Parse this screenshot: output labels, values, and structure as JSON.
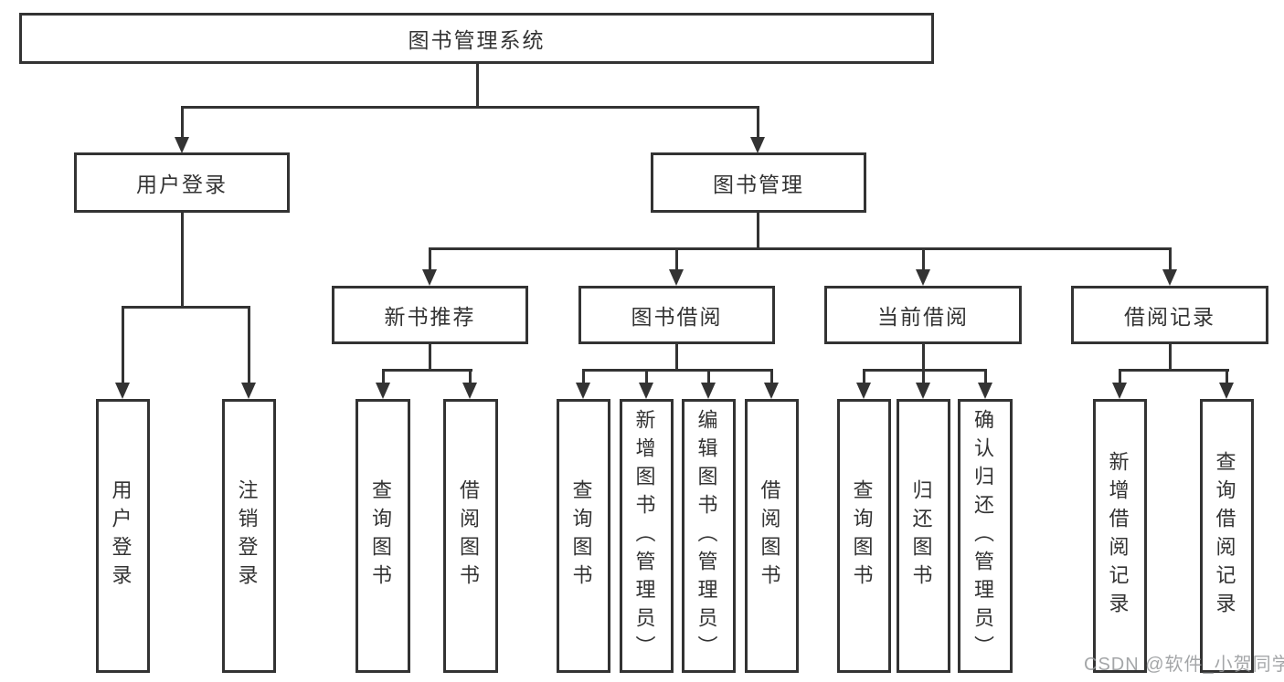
{
  "diagram_title": "图书管理系统",
  "nodes": {
    "root": "图书管理系统",
    "userLogin": "用户登录",
    "bookMgmt": "图书管理",
    "newBookRec": "新书推荐",
    "bookBorrow": "图书借阅",
    "currentBorrow": "当前借阅",
    "borrowRecords": "借阅记录",
    "leafUserLogin": "用户登录",
    "leafLogout": "注销登录",
    "leafQueryBook1": "查询图书",
    "leafBorrowBook1": "借阅图书",
    "leafQueryBook2": "查询图书",
    "leafAddBook": "新增图书（管理员）",
    "leafEditBook": "编辑图书（管理员）",
    "leafBorrowBook2": "借阅图书",
    "leafQueryBook3": "查询图书",
    "leafReturnBook": "归还图书",
    "leafConfirmReturn": "确认归还（管理员）",
    "leafAddRecord": "新增借阅记录",
    "leafQueryRecord": "查询借阅记录"
  },
  "hierarchy": {
    "图书管理系统": {
      "用户登录": [
        "用户登录",
        "注销登录"
      ],
      "图书管理": {
        "新书推荐": [
          "查询图书",
          "借阅图书"
        ],
        "图书借阅": [
          "查询图书",
          "新增图书（管理员）",
          "编辑图书（管理员）",
          "借阅图书"
        ],
        "当前借阅": [
          "查询图书",
          "归还图书",
          "确认归还（管理员）"
        ],
        "借阅记录": [
          "新增借阅记录",
          "查询借阅记录"
        ]
      }
    }
  },
  "watermark": "CSDN @软件_小贺同学",
  "colors": {
    "line": "#333333",
    "text": "#333333",
    "background": "#ffffff",
    "watermark": "#949699"
  }
}
